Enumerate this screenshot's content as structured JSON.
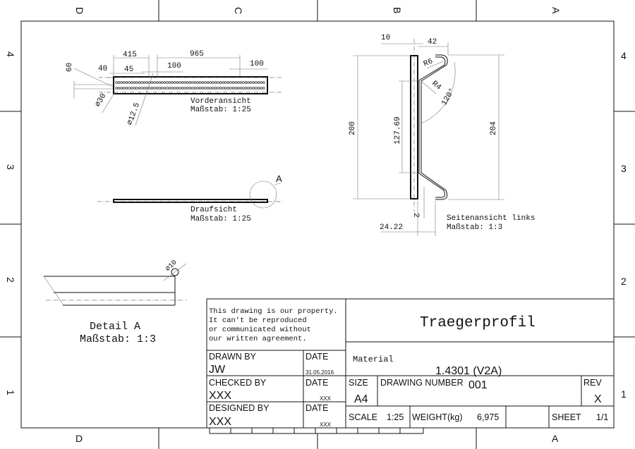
{
  "zones": {
    "columns": [
      "D",
      "C",
      "B",
      "A"
    ],
    "rows": [
      "4",
      "3",
      "2",
      "1"
    ]
  },
  "front_view": {
    "label": "Vorderansicht",
    "scale": "Maßstab:  1:25",
    "dims": {
      "d415": "415",
      "d965": "965",
      "d60": "60",
      "d40": "40",
      "d45": "45",
      "d100a": "100",
      "d100b": "100",
      "dia30": "⌀30",
      "dia12": "⌀12.5"
    }
  },
  "top_view": {
    "label": "Draufsicht",
    "scale": "Maßstab:  1:25",
    "detail_marker": "A"
  },
  "side_view": {
    "label": "Seitenansicht links",
    "scale": "Maßstab:  1:3",
    "dims": {
      "d10": "10",
      "d42": "42",
      "r6": "R6",
      "r4": "R4",
      "a120": "120°",
      "d200": "200",
      "d127": "127.69",
      "d204": "204",
      "d2": "2",
      "d24": "24.22"
    }
  },
  "detail": {
    "label": "Detail A",
    "scale": "Maßstab:  1:3",
    "dia10": "⌀10"
  },
  "title_block": {
    "disclaimer": [
      "This drawing is our property.",
      "It can't be reproduced",
      "or communicated without",
      "our written agreement."
    ],
    "title": "Traegerprofil",
    "material_label": "Material",
    "material": "1.4301 (V2A)",
    "drawn_by_label": "DRAWN BY",
    "drawn_by": "JW",
    "date_label": "DATE",
    "drawn_date": "31.05.2016",
    "checked_by_label": "CHECKED BY",
    "checked_by": "XXX",
    "checked_date": "XXX",
    "designed_by_label": "DESIGNED BY",
    "designed_by": "XXX",
    "designed_date": "XXX",
    "size_label": "SIZE",
    "size": "A4",
    "drawing_number_label": "DRAWING NUMBER",
    "drawing_number": "001",
    "rev_label": "REV",
    "rev": "X",
    "scale_label": "SCALE",
    "scale": "1:25",
    "weight_label": "WEIGHT(kg)",
    "weight": "6,975",
    "sheet_label": "SHEET",
    "sheet": "1/1"
  }
}
